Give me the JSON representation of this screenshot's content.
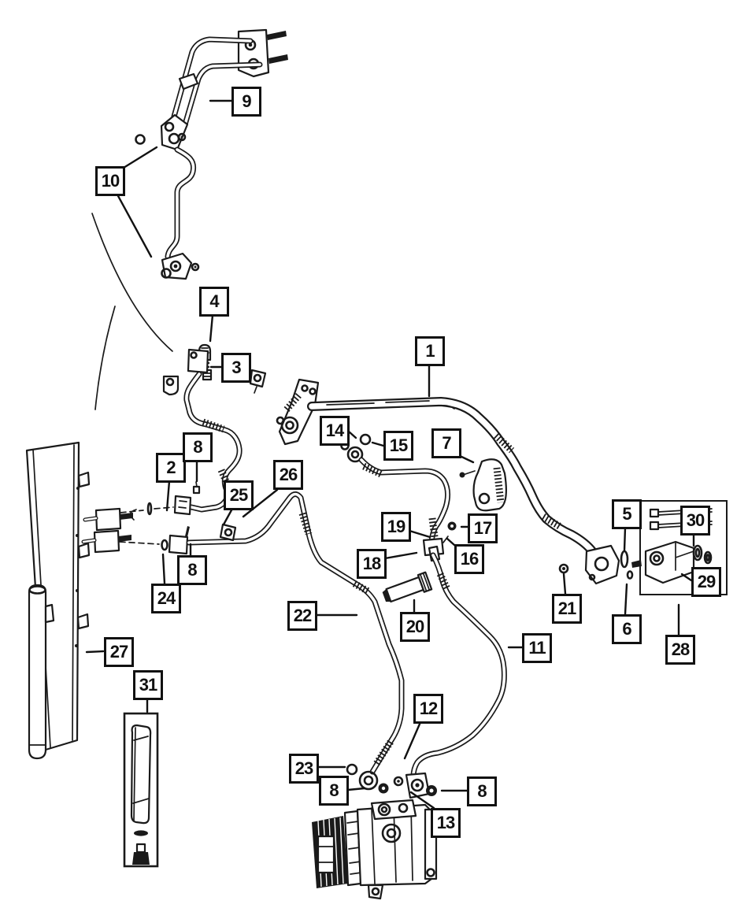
{
  "diagram": {
    "kind": "exploded-parts-diagram",
    "subject": "air-conditioning plumbing",
    "callouts": [
      {
        "label": "1"
      },
      {
        "label": "2"
      },
      {
        "label": "3"
      },
      {
        "label": "4"
      },
      {
        "label": "5"
      },
      {
        "label": "6"
      },
      {
        "label": "7"
      },
      {
        "label": "8"
      },
      {
        "label": "8"
      },
      {
        "label": "8"
      },
      {
        "label": "8"
      },
      {
        "label": "9"
      },
      {
        "label": "10"
      },
      {
        "label": "11"
      },
      {
        "label": "12"
      },
      {
        "label": "13"
      },
      {
        "label": "14"
      },
      {
        "label": "15"
      },
      {
        "label": "16"
      },
      {
        "label": "17"
      },
      {
        "label": "18"
      },
      {
        "label": "19"
      },
      {
        "label": "20"
      },
      {
        "label": "21"
      },
      {
        "label": "22"
      },
      {
        "label": "23"
      },
      {
        "label": "24"
      },
      {
        "label": "25"
      },
      {
        "label": "26"
      },
      {
        "label": "27"
      },
      {
        "label": "28"
      },
      {
        "label": "29"
      },
      {
        "label": "30"
      },
      {
        "label": "31"
      }
    ]
  },
  "colors": {
    "line": "#1a1a1a",
    "background": "#ffffff",
    "label_border": "#111111"
  }
}
